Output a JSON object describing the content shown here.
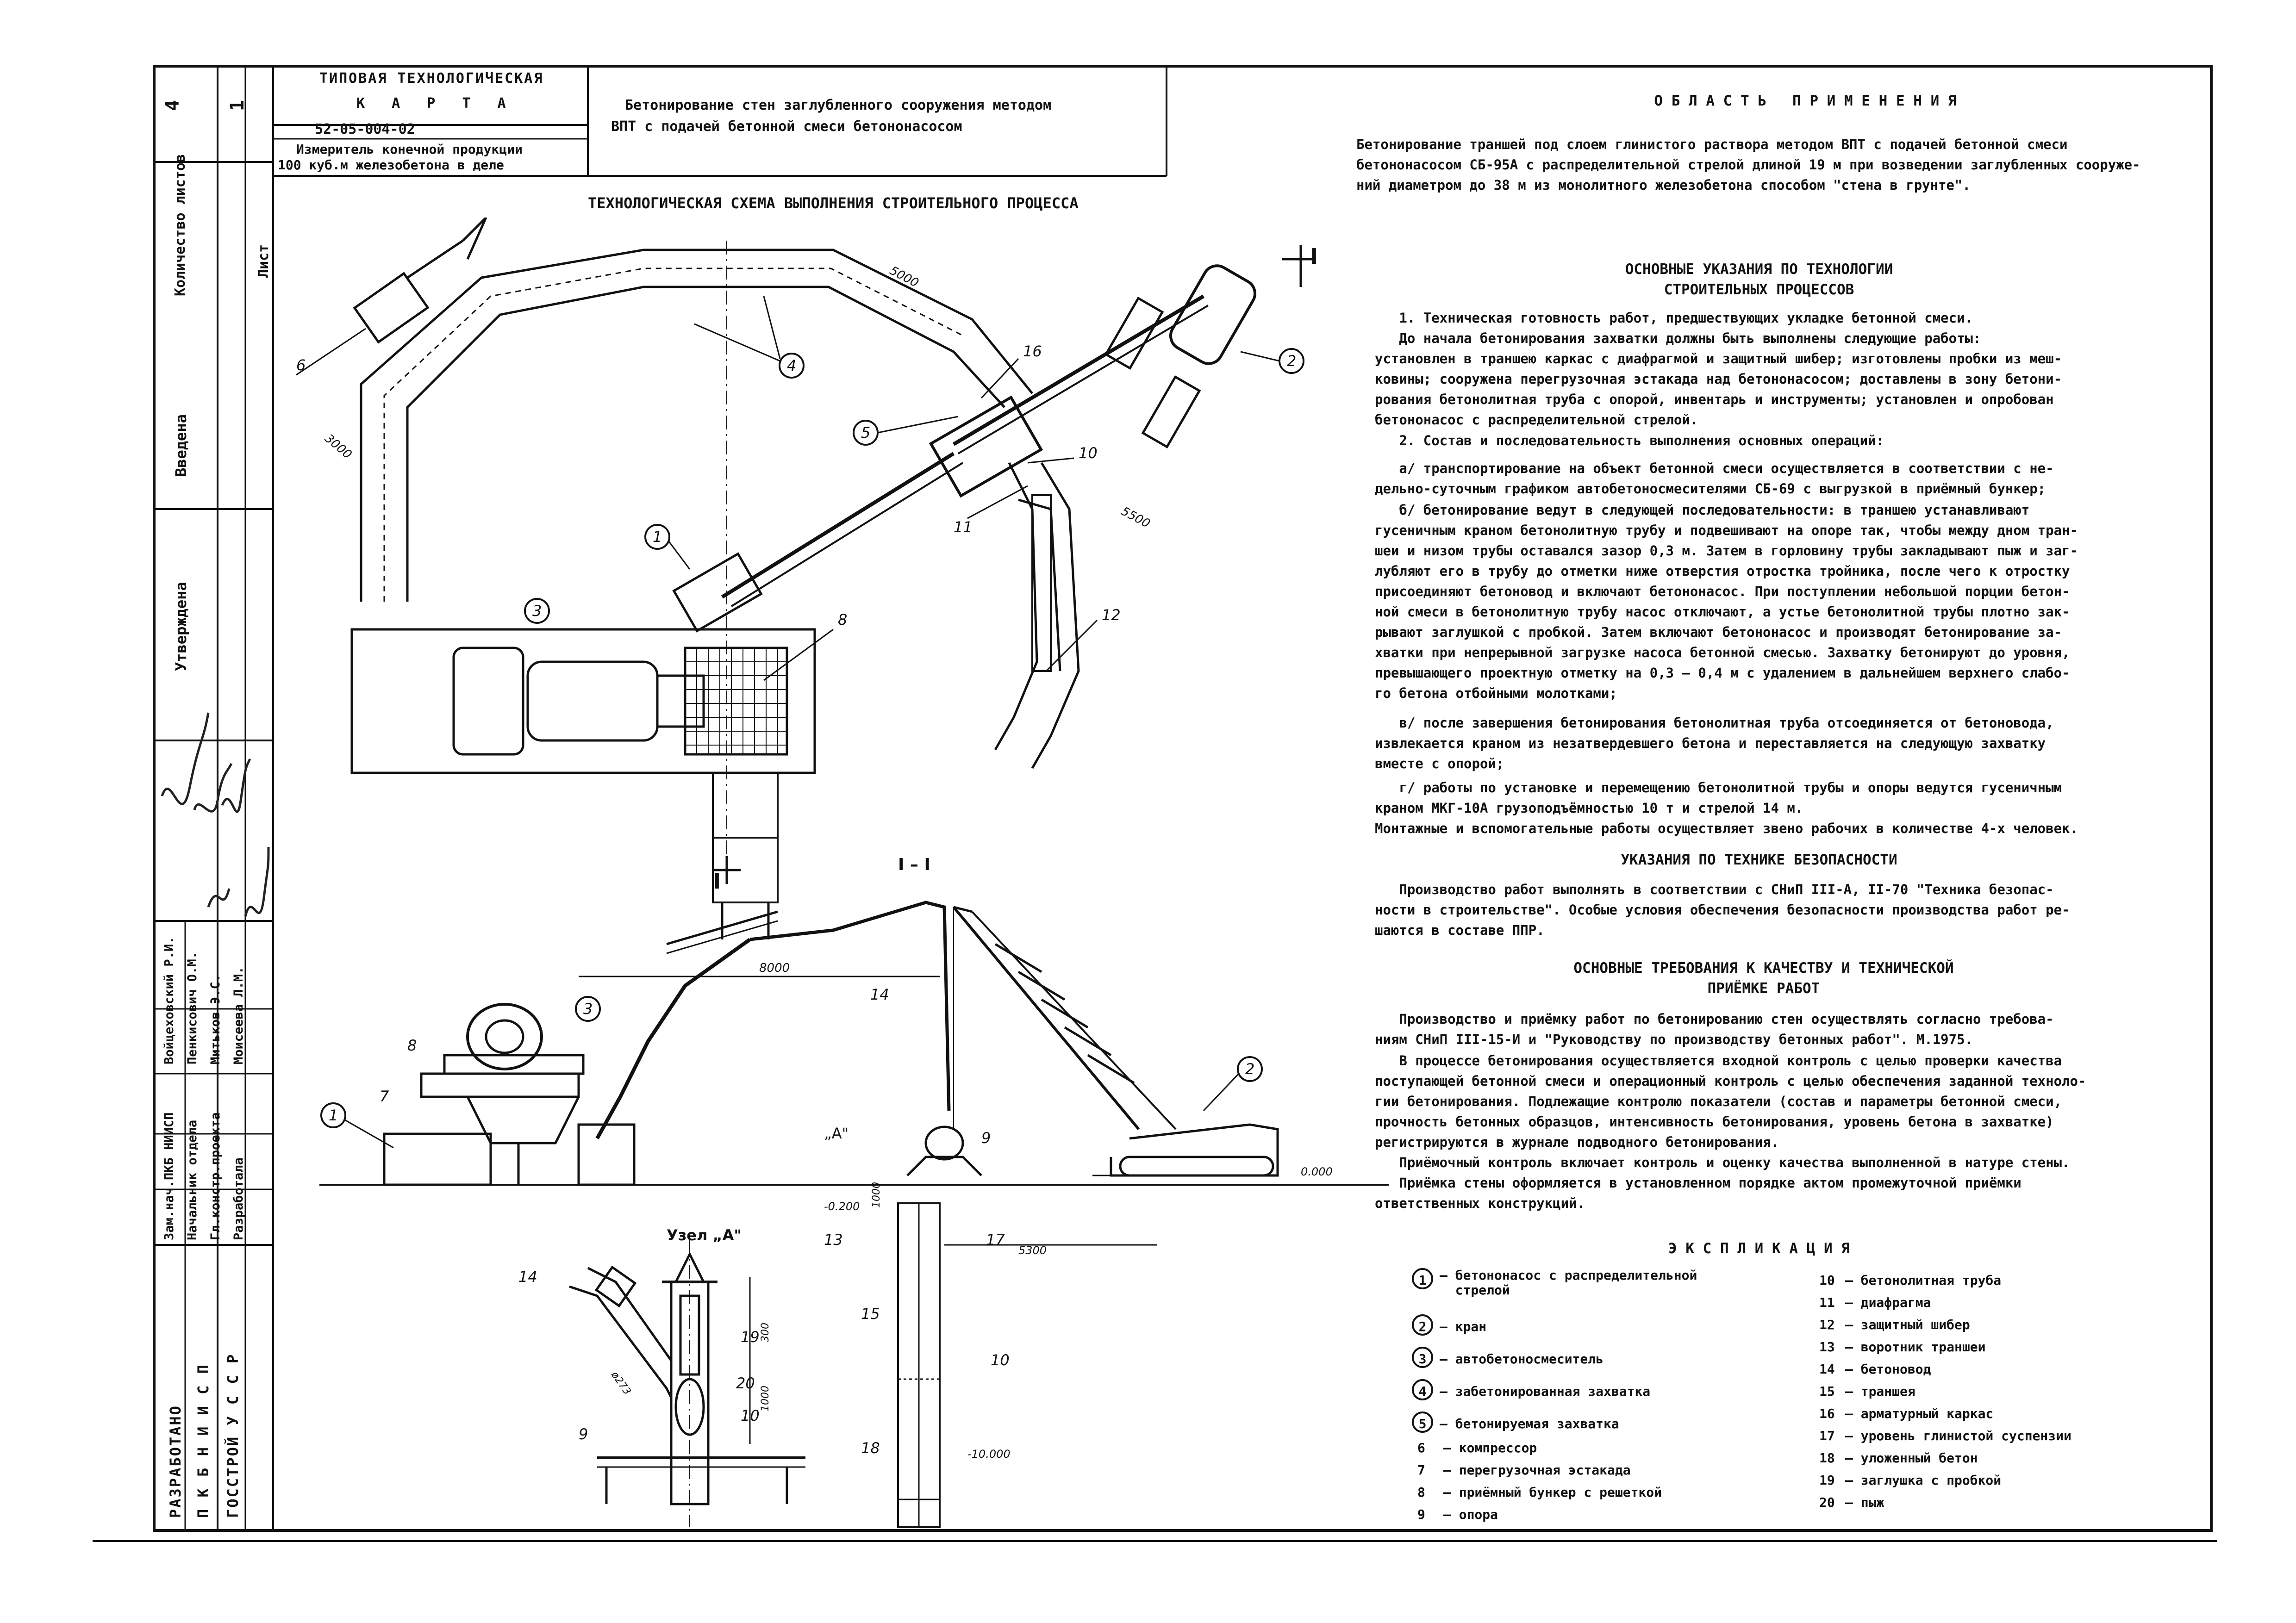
{
  "stamp": {
    "type_label": "ТИПОВАЯ ТЕХНОЛОГИЧЕСКАЯ",
    "karta": "К А Р Т А",
    "code": "52-05-004-02",
    "measure_line1": "Измеритель конечной продукции",
    "measure_line2": "100 куб.м железобетона в деле",
    "title_line1": "Бетонирование стен заглубленного сооружения методом",
    "title_line2": "ВПТ с подачей бетонной смеси бетононасосом",
    "sheets_label": "Количество листов",
    "sheets_value": "4",
    "sheet_label": "Лист",
    "sheet_value": "1"
  },
  "sidebar": {
    "vvedena": "Введена",
    "utverzhdena": "Утверждена",
    "people": [
      {
        "role": "Зам.нач.ПКБ НИИСП",
        "name": "Войцеховский Р.И."
      },
      {
        "role": "Начальник отдела",
        "name": "Пенкисович О.М."
      },
      {
        "role": "Гл.констр.проекта",
        "name": "Митьков Э.С."
      },
      {
        "role": "Разработала",
        "name": "Моисеева Л.М."
      }
    ],
    "org_line1": "РАЗРАБОТАНО",
    "org_line2": "П К Б  Н И И С П",
    "org_line3": "ГОССТРОЙ  У С С Р"
  },
  "drawing": {
    "scheme_title": "ТЕХНОЛОГИЧЕСКАЯ СХЕМА ВЫПОЛНЕНИЯ СТРОИТЕЛЬНОГО ПРОЦЕССА",
    "section_label": "I – I",
    "section_mark": "I",
    "node_label": "Узел „А\"",
    "node_a": "„А\"",
    "dims": {
      "d5000": "5000",
      "d3000": "3000",
      "d5500": "5500",
      "d8000": "8000",
      "d1000": "1000",
      "d300": "300",
      "d1000b": "1000",
      "lvl_m200": "-0.200",
      "lvl_0": "0.000",
      "lvl_m10000": "-10.000",
      "d5300": "5300",
      "d273": "ø273"
    },
    "callouts": [
      "1",
      "2",
      "3",
      "4",
      "5",
      "6",
      "7",
      "8",
      "9",
      "10",
      "11",
      "12",
      "13",
      "14",
      "15",
      "16",
      "17",
      "18",
      "19",
      "20"
    ]
  },
  "scope": {
    "heading": "О Б Л А С Т Ь   П Р И М Е Н Е Н И Я",
    "text": "Бетонирование траншей под слоем глинистого раствора методом ВПТ с подачей бетонной смеси\nбетононасосом СБ-95А с распределительной стрелой длиной 19 м при возведении заглубленных сооруже-\nний диаметром до 38 м из монолитного железобетона способом \"стена в грунте\"."
  },
  "tech": {
    "heading": "ОСНОВНЫЕ УКАЗАНИЯ ПО ТЕХНОЛОГИИ\nСТРОИТЕЛЬНЫХ ПРОЦЕССОВ",
    "p1": "   1. Техническая готовность работ, предшествующих укладке бетонной смеси.\n   До начала бетонирования захватки должны быть выполнены следующие работы:\nустановлен в траншею каркас с диафрагмой и защитный шибер; изготовлены пробки из меш-\nковины; сооружена перегрузочная эстакада над бетононасосом; доставлены в зону бетони-\nрования бетонолитная труба с опорой, инвентарь и инструменты; установлен и опробован\nбетононасос с распределительной стрелой.",
    "p2": "   2. Состав и последовательность выполнения основных операций:",
    "pa": "   а/ транспортирование на объект бетонной смеси осуществляется в соответствии с не-\nдельно-суточным графиком автобетоносмесителями СБ-69 с выгрузкой в приёмный бункер;",
    "pb": "   б/ бетонирование ведут в следующей последовательности: в траншею устанавливают\nгусеничным краном бетонолитную трубу и подвешивают на опоре так, чтобы между дном тран-\nшеи и низом трубы оставался зазор 0,3 м. Затем в горловину трубы закладывают пыж и заг-\nлубляют его в трубу до отметки ниже отверстия отростка тройника, после чего к отростку\nприсоединяют бетоновод и включают бетононасос. При поступлении небольшой порции бетон-\nной смеси в бетонолитную трубу насос отключают, а устье бетонолитной трубы плотно зак-\nрывают заглушкой с пробкой. Затем включают бетононасос и производят бетонирование за-\nхватки при непрерывной загрузке насоса бетонной смесью. Захватку бетонируют до уровня,\nпревышающего проектную отметку на 0,3 – 0,4 м с удалением в дальнейшем верхнего слабо-\nго бетона отбойными молотками;",
    "pv": "   в/ после завершения бетонирования бетонолитная труба отсоединяется от бетоновода,\nизвлекается краном из незатвердевшего бетона и переставляется на следующую захватку\nвместе с опорой;",
    "pg": "   г/ работы по установке и перемещению бетонолитной трубы и опоры ведутся гусеничным\nкраном МКГ-10А грузоподъёмностью 10 т и стрелой 14 м.\nМонтажные и вспомогательные работы осуществляет звено рабочих в количестве 4-х человек."
  },
  "safety": {
    "heading": "УКАЗАНИЯ ПО ТЕХНИКЕ БЕЗОПАСНОСТИ",
    "text": "   Производство работ выполнять в соответствии с СНиП III-А, II-70 \"Техника безопас-\nности в строительстве\". Особые условия обеспечения безопасности производства работ ре-\nшаются в составе ППР."
  },
  "quality": {
    "heading": "ОСНОВНЫЕ ТРЕБОВАНИЯ К КАЧЕСТВУ И ТЕХНИЧЕСКОЙ\nПРИЁМКЕ РАБОТ",
    "p1": "   Производство и приёмку работ по бетонированию стен осуществлять согласно требова-\nниям СНиП III-15-И и \"Руководству по производству бетонных работ\". М.1975.",
    "p2": "   В процессе бетонирования осуществляется входной контроль с целью проверки качества\nпоступающей бетонной смеси и операционный контроль с целью обеспечения заданной техноло-\nгии бетонирования. Подлежащие контролю показатели (состав и параметры бетонной смеси,\nпрочность бетонных образцов, интенсивность бетонирования, уровень бетона в захватке)\nрегистрируются в журнале подводного бетонирования.",
    "p3": "   Приёмочный контроль включает контроль и оценку качества выполненной в натуре стены.\n   Приёмка стены оформляется в установленном порядке актом промежуточной приёмки\nответственных конструкций."
  },
  "legend": {
    "heading": "Э К С П Л И К А Ц И Я",
    "left": [
      {
        "n": "1",
        "circled": true,
        "text": "– бетононасос с распределительной\n  стрелой"
      },
      {
        "n": "2",
        "circled": true,
        "text": "– кран"
      },
      {
        "n": "3",
        "circled": true,
        "text": "– автобетоносмеситель"
      },
      {
        "n": "4",
        "circled": true,
        "text": "– забетонированная захватка"
      },
      {
        "n": "5",
        "circled": true,
        "text": "– бетонируемая захватка"
      },
      {
        "n": "6",
        "circled": false,
        "text": "– компрессор"
      },
      {
        "n": "7",
        "circled": false,
        "text": "– перегрузочная эстакада"
      },
      {
        "n": "8",
        "circled": false,
        "text": "– приёмный бункер с решеткой"
      },
      {
        "n": "9",
        "circled": false,
        "text": "– опора"
      }
    ],
    "right": [
      {
        "n": "10",
        "text": "– бетонолитная труба"
      },
      {
        "n": "11",
        "text": "– диафрагма"
      },
      {
        "n": "12",
        "text": "– защитный шибер"
      },
      {
        "n": "13",
        "text": "– воротник траншеи"
      },
      {
        "n": "14",
        "text": "– бетоновод"
      },
      {
        "n": "15",
        "text": "– траншея"
      },
      {
        "n": "16",
        "text": "– арматурный каркас"
      },
      {
        "n": "17",
        "text": "– уровень глинистой суспензии"
      },
      {
        "n": "18",
        "text": "– уложенный бетон"
      },
      {
        "n": "19",
        "text": "– заглушка с пробкой"
      },
      {
        "n": "20",
        "text": "– пыж"
      }
    ]
  }
}
